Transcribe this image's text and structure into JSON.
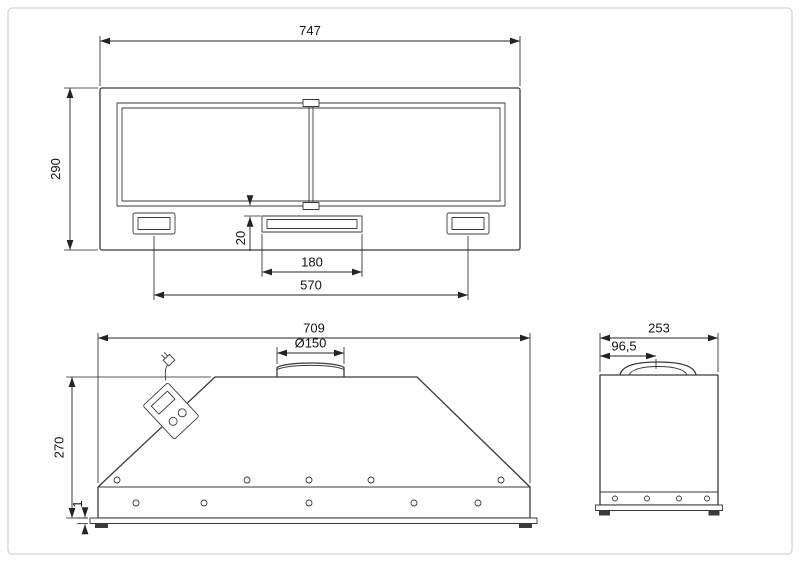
{
  "colors": {
    "background": "#ffffff",
    "part_line": "#3a3a3a",
    "dimension_line": "#232323",
    "frame_border": "#c8c8c8"
  },
  "views": {
    "top": {
      "width": "747",
      "height": "290",
      "gap": "20",
      "slot": "180",
      "span": "570"
    },
    "front": {
      "width": "709",
      "duct": "Ø150",
      "height": "270",
      "flange": "1"
    },
    "side": {
      "depth": "253",
      "offset": "96,5"
    }
  }
}
